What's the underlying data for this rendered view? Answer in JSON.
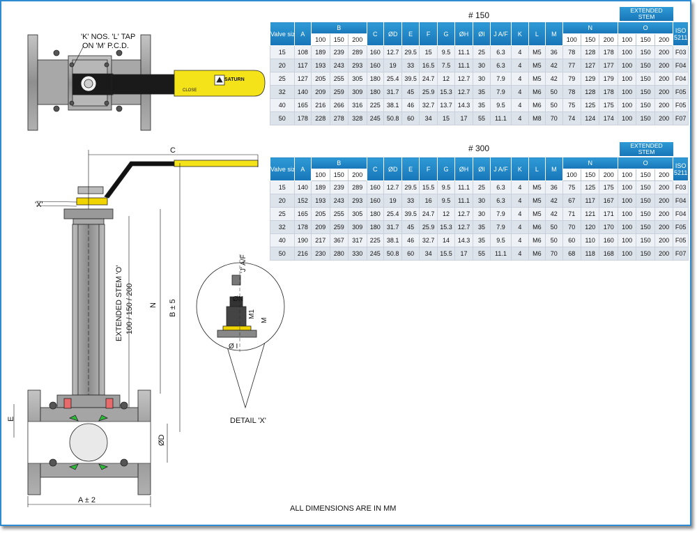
{
  "drawing": {
    "tap_note_line1": "'K' NOS. 'L' TAP",
    "tap_note_line2": "ON 'M' P.C.D.",
    "brand_on_handle": "SATURN",
    "handle_text_close": "CLOSE",
    "label_C": "C",
    "label_X": "'X'",
    "label_N": "N",
    "label_B": "B ± 5",
    "label_ext_stem_1": "EXTENDED STEM 'O'",
    "label_ext_stem_2": "100 / 150 / 200",
    "label_E": "E",
    "label_D": "ØD",
    "label_A": "A ± 2",
    "detail_J": "'J' A/F",
    "detail_N": "ØN",
    "detail_M1": "M1",
    "detail_M": "M",
    "detail_I": "Ø I",
    "detail_caption": "DETAIL 'X'"
  },
  "footer_note": "ALL DIMENSIONS ARE IN MM",
  "colors": {
    "header_blue": "#1f86c8",
    "frame_blue": "#2e8bd1",
    "handle_yellow": "#f5e31a",
    "body_grey": "#9a9a9a"
  },
  "tables": [
    {
      "title": "# 150",
      "extended_label_1": "EXTENDED",
      "extended_label_2": "STEM",
      "headers": {
        "valve_size": "Valve size",
        "A": "A",
        "B": "B",
        "C": "C",
        "D": "ØD",
        "E": "E",
        "F": "F",
        "G": "G",
        "H": "ØH",
        "I": "ØI",
        "J": "J A/F",
        "K": "K",
        "L": "L",
        "M": "M",
        "N": "N",
        "O": "O",
        "ISO": "ISO 5211"
      },
      "sub": [
        "100",
        "150",
        "200",
        "100",
        "150",
        "200",
        "100",
        "150",
        "200"
      ],
      "rows": [
        [
          "15",
          "108",
          "189",
          "239",
          "289",
          "160",
          "12.7",
          "29.5",
          "15",
          "9.5",
          "11.1",
          "25",
          "6.3",
          "4",
          "M5",
          "36",
          "78",
          "128",
          "178",
          "100",
          "150",
          "200",
          "F03"
        ],
        [
          "20",
          "117",
          "193",
          "243",
          "293",
          "160",
          "19",
          "33",
          "16.5",
          "7.5",
          "11.1",
          "30",
          "6.3",
          "4",
          "M5",
          "42",
          "77",
          "127",
          "177",
          "100",
          "150",
          "200",
          "F04"
        ],
        [
          "25",
          "127",
          "205",
          "255",
          "305",
          "180",
          "25.4",
          "39.5",
          "24.7",
          "12",
          "12.7",
          "30",
          "7.9",
          "4",
          "M5",
          "42",
          "79",
          "129",
          "179",
          "100",
          "150",
          "200",
          "F04"
        ],
        [
          "32",
          "140",
          "209",
          "259",
          "309",
          "180",
          "31.7",
          "45",
          "25.9",
          "15.3",
          "12.7",
          "35",
          "7.9",
          "4",
          "M6",
          "50",
          "78",
          "128",
          "178",
          "100",
          "150",
          "200",
          "F05"
        ],
        [
          "40",
          "165",
          "216",
          "266",
          "316",
          "225",
          "38.1",
          "46",
          "32.7",
          "13.7",
          "14.3",
          "35",
          "9.5",
          "4",
          "M6",
          "50",
          "75",
          "125",
          "175",
          "100",
          "150",
          "200",
          "F05"
        ],
        [
          "50",
          "178",
          "228",
          "278",
          "328",
          "245",
          "50.8",
          "60",
          "34",
          "15",
          "17",
          "55",
          "11.1",
          "4",
          "M8",
          "70",
          "74",
          "124",
          "174",
          "100",
          "150",
          "200",
          "F07"
        ]
      ]
    },
    {
      "title": "# 300",
      "extended_label_1": "EXTENDED",
      "extended_label_2": "STEM",
      "headers": {
        "valve_size": "Valve size",
        "A": "A",
        "B": "B",
        "C": "C",
        "D": "ØD",
        "E": "E",
        "F": "F",
        "G": "G",
        "H": "ØH",
        "I": "ØI",
        "J": "J A/F",
        "K": "K",
        "L": "L",
        "M": "M",
        "N": "N",
        "O": "O",
        "ISO": "ISO 5211"
      },
      "sub": [
        "100",
        "150",
        "200",
        "100",
        "150",
        "200",
        "100",
        "150",
        "200"
      ],
      "rows": [
        [
          "15",
          "140",
          "189",
          "239",
          "289",
          "160",
          "12.7",
          "29.5",
          "15.5",
          "9.5",
          "11.1",
          "25",
          "6.3",
          "4",
          "M5",
          "36",
          "75",
          "125",
          "175",
          "100",
          "150",
          "200",
          "F03"
        ],
        [
          "20",
          "152",
          "193",
          "243",
          "293",
          "160",
          "19",
          "33",
          "16",
          "9.5",
          "11.1",
          "30",
          "6.3",
          "4",
          "M5",
          "42",
          "67",
          "117",
          "167",
          "100",
          "150",
          "200",
          "F04"
        ],
        [
          "25",
          "165",
          "205",
          "255",
          "305",
          "180",
          "25.4",
          "39.5",
          "24.7",
          "12",
          "12.7",
          "30",
          "7.9",
          "4",
          "M5",
          "42",
          "71",
          "121",
          "171",
          "100",
          "150",
          "200",
          "F04"
        ],
        [
          "32",
          "178",
          "209",
          "259",
          "309",
          "180",
          "31.7",
          "45",
          "25.9",
          "15.3",
          "12.7",
          "35",
          "7.9",
          "4",
          "M6",
          "50",
          "70",
          "120",
          "170",
          "100",
          "150",
          "200",
          "F05"
        ],
        [
          "40",
          "190",
          "217",
          "367",
          "317",
          "225",
          "38.1",
          "46",
          "32.7",
          "14",
          "14.3",
          "35",
          "9.5",
          "4",
          "M6",
          "50",
          "60",
          "110",
          "160",
          "100",
          "150",
          "200",
          "F05"
        ],
        [
          "50",
          "216",
          "230",
          "280",
          "330",
          "245",
          "50.8",
          "60",
          "34",
          "15.5",
          "17",
          "55",
          "11.1",
          "4",
          "M6",
          "70",
          "68",
          "118",
          "168",
          "100",
          "150",
          "200",
          "F07"
        ]
      ]
    }
  ]
}
